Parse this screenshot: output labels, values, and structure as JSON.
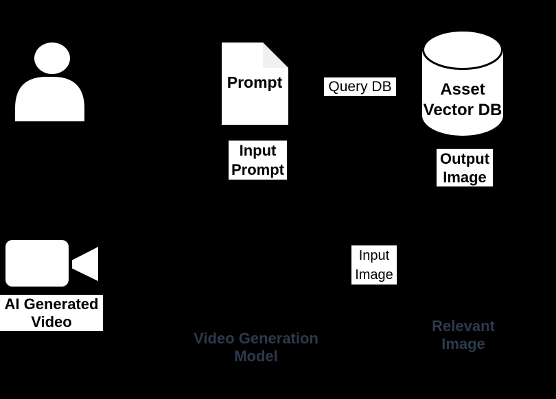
{
  "diagram": {
    "colors": {
      "background": "#000000",
      "shape_fill": "#ffffff",
      "fold_fill": "#f0f0f0",
      "label_background": "#ffffff",
      "label_text": "#000000",
      "caption_text": "#2d3a4b"
    },
    "user_node": {
      "icon": "person-icon"
    },
    "prompt_document": {
      "icon": "document-icon",
      "title": "Prompt",
      "caption": {
        "line1": "Input",
        "line2": "Prompt"
      }
    },
    "query_db_label": {
      "text": "Query DB"
    },
    "asset_vector_db": {
      "icon": "database-cylinder-icon",
      "title": {
        "line1": "Asset",
        "line2": "Vector DB"
      },
      "caption": {
        "line1": "Output",
        "line2": "Image"
      }
    },
    "ai_generated_video": {
      "icon": "video-camera-icon",
      "caption": {
        "line1": "AI Generated",
        "line2": "Video"
      }
    },
    "input_image_label": {
      "line1": "Input",
      "line2": "Image"
    },
    "video_generation_model_caption": {
      "line1": "Video Generation",
      "line2": "Model"
    },
    "relevant_image_caption": {
      "line1": "Relevant",
      "line2": "Image"
    }
  }
}
